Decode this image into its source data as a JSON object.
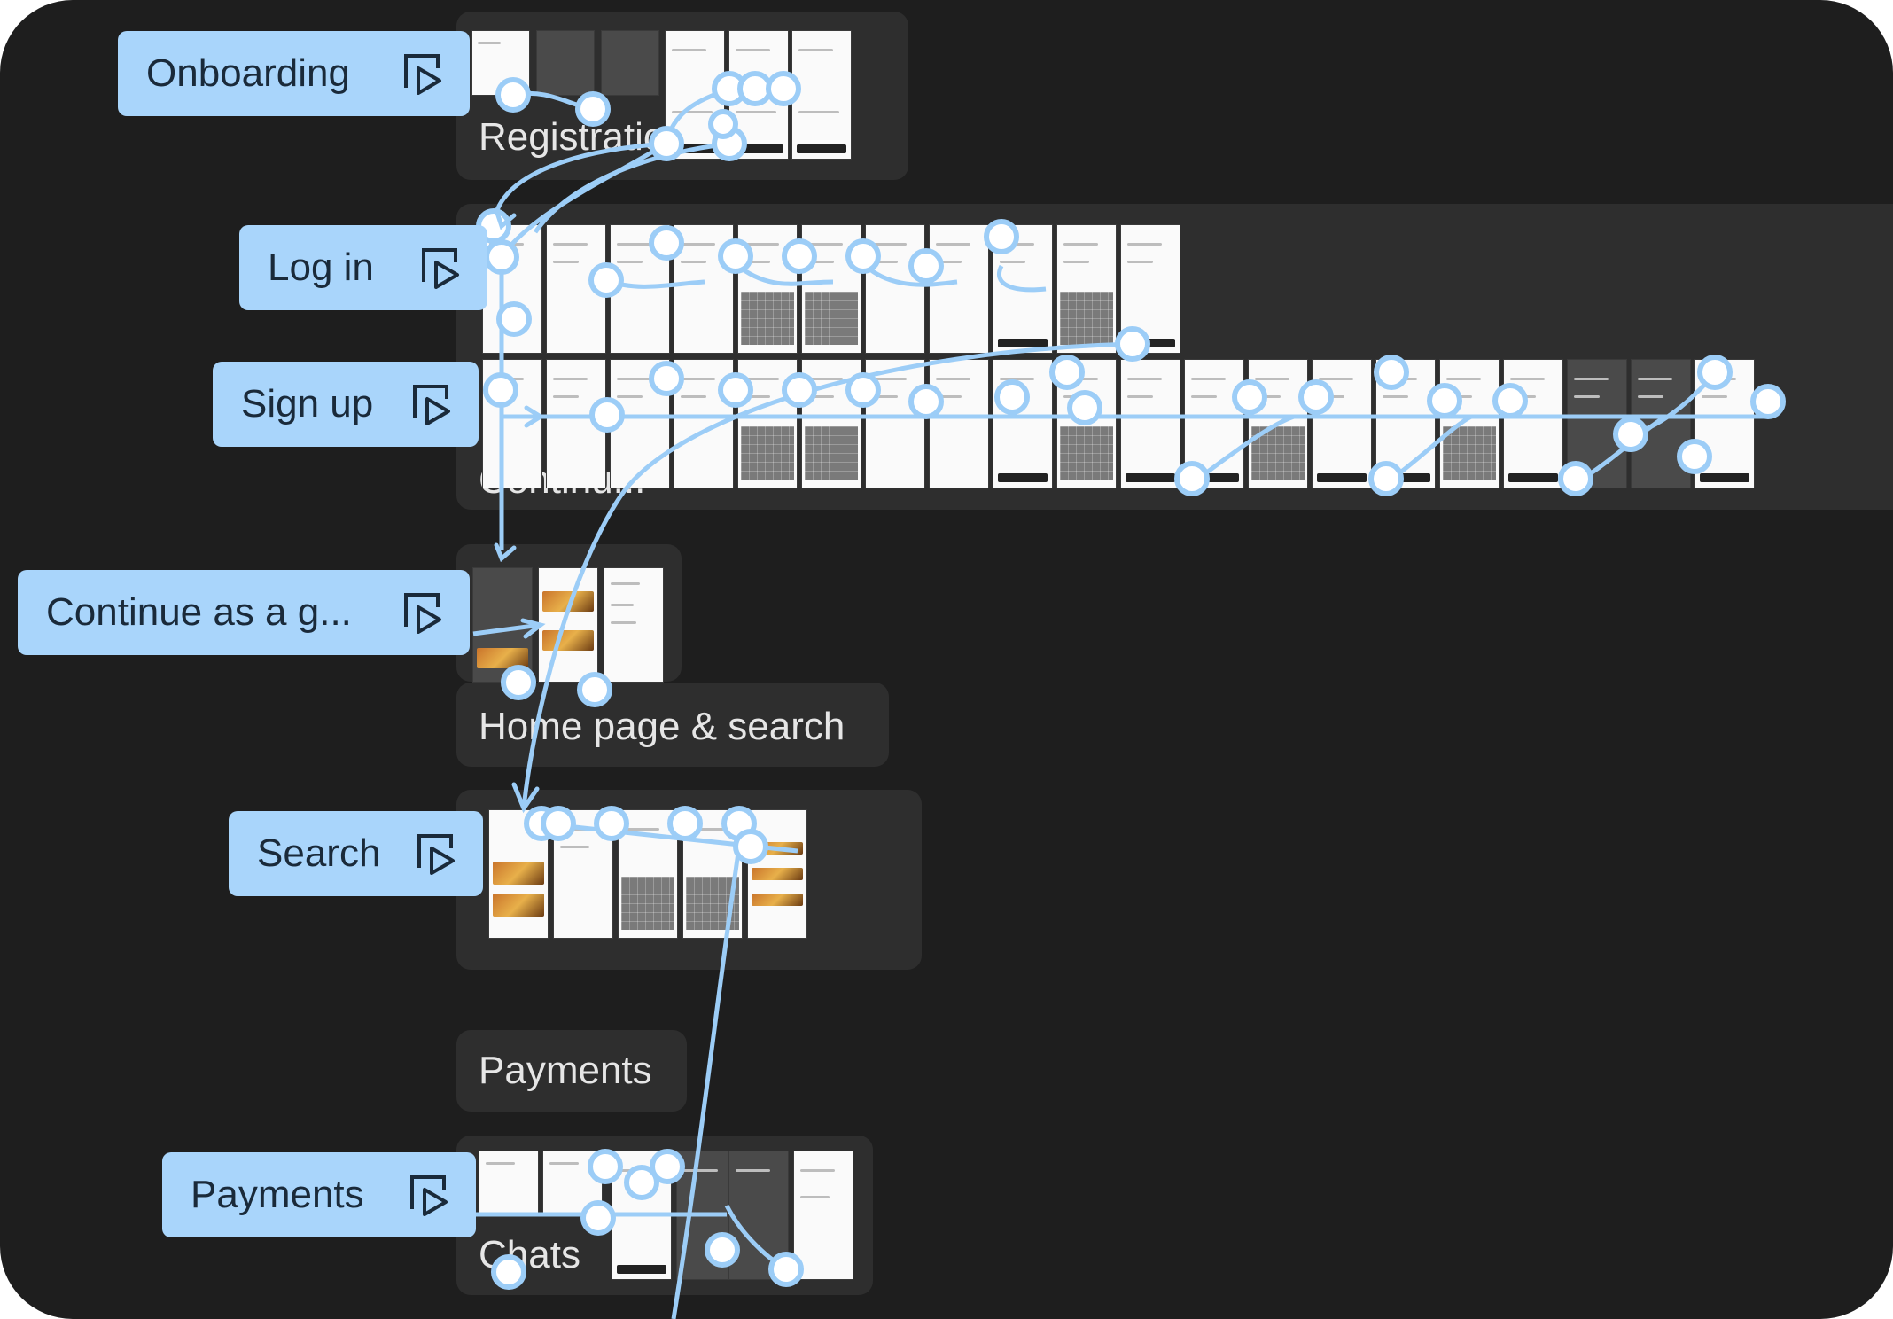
{
  "sections": [
    {
      "id": "registration",
      "title": "Registration"
    },
    {
      "id": "continue",
      "title": "Continu..."
    },
    {
      "id": "home",
      "title": "Home page & search"
    },
    {
      "id": "search",
      "title": ""
    },
    {
      "id": "payments",
      "title": "Payments"
    },
    {
      "id": "chats",
      "title": "Chats"
    }
  ],
  "flows": [
    {
      "id": "onboarding",
      "label": "Onboarding",
      "icon": "play-frame-icon"
    },
    {
      "id": "login",
      "label": "Log in",
      "icon": "play-frame-icon"
    },
    {
      "id": "signup",
      "label": "Sign up",
      "icon": "play-frame-icon"
    },
    {
      "id": "guest",
      "label": "Continue as a g...",
      "icon": "play-frame-icon"
    },
    {
      "id": "search",
      "label": "Search",
      "icon": "play-frame-icon"
    },
    {
      "id": "payments",
      "label": "Payments",
      "icon": "play-frame-icon"
    }
  ],
  "colors": {
    "canvas": "#1e1e1e",
    "section": "#2e2e2e",
    "flow_accent": "#a9d5fb",
    "wire": "#9ccdf7"
  }
}
